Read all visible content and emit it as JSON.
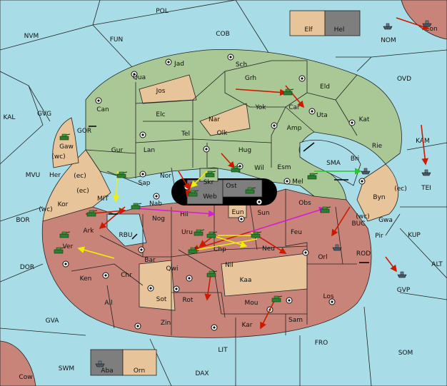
{
  "regions": {
    "sea": [
      "POL",
      "NVM",
      "FUN",
      "COB",
      "OVD",
      "KAL",
      "GVG",
      "GOR",
      "KAM",
      "MVU",
      "MIT",
      "BOR",
      "RBU",
      "DOR",
      "SMA",
      "BUC",
      "ROD",
      "KUP",
      "ALT",
      "GVA",
      "FRO",
      "SOM",
      "LIT",
      "SWM",
      "DAX"
    ],
    "green": [
      "Jad",
      "Sch",
      "Qua",
      "Jos",
      "Grh",
      "Eld",
      "Can",
      "Elc",
      "Nar",
      "Yok",
      "Car",
      "Uta",
      "Kat",
      "Tel",
      "Olk",
      "Amp",
      "Gur",
      "Lan",
      "Hug",
      "Rie",
      "Wil",
      "Esm",
      "Bri",
      "Nor",
      "Sap",
      "Mel",
      "Skr"
    ],
    "tan": [
      "Gaw",
      "Her",
      "Kor",
      "Byn",
      "Gwa",
      "Eun"
    ],
    "red": [
      "Nab",
      "Hil",
      "Sun",
      "Obs",
      "Ark",
      "Nog",
      "Uru",
      "Feu",
      "Ver",
      "Chp",
      "Neu",
      "Orl",
      "Pir",
      "Bar",
      "Qwi",
      "Nil",
      "Ken",
      "Chr",
      "Sot",
      "Kaa",
      "Ail",
      "Rot",
      "Mou",
      "Los",
      "Zin",
      "Kar",
      "Sam",
      "Cow",
      "Con",
      "GVP"
    ],
    "gray": [
      "Web",
      "Ost",
      "Hel",
      "Aba"
    ],
    "other": [
      "Elf",
      "Orn",
      "NOM",
      "TEI"
    ]
  },
  "coast_tags": {
    "wc": "(wc)",
    "ec": "(ec)"
  },
  "colors": {
    "sea": "#a8dce6",
    "green": "#a9c896",
    "tan": "#e8c49a",
    "red": "#c88478",
    "gray": "#7e7e7e",
    "arrow_red": "#cc1a00",
    "arrow_yellow": "#f0f000",
    "arrow_magenta": "#d21fd2",
    "arrow_green": "#22cc22"
  },
  "units": {
    "army_icon": "tank-icon",
    "fleet_icon": "ship-icon"
  }
}
